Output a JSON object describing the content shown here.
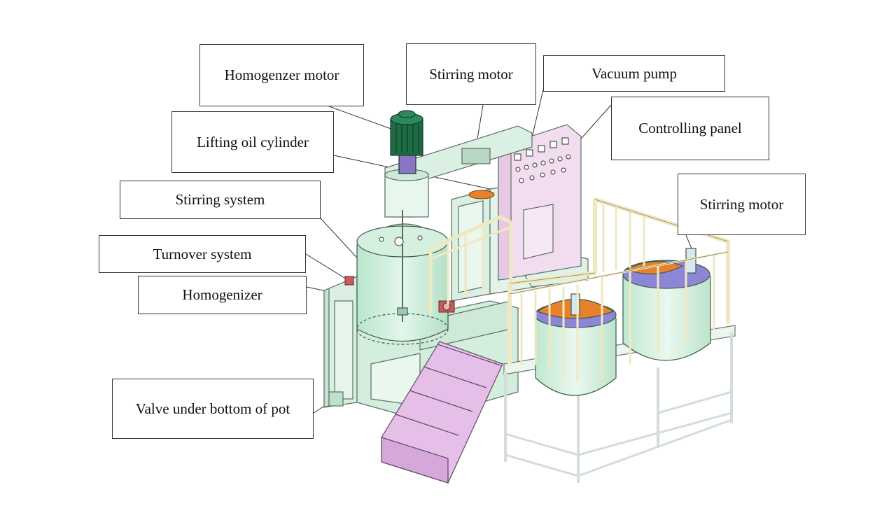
{
  "labels": {
    "homogenizer_motor": "Homogenzer motor",
    "stirring_motor_top": "Stirring motor",
    "vacuum_pump": "Vacuum pump",
    "controlling_panel": "Controlling panel",
    "lifting_oil_cylinder": "Lifting oil cylinder",
    "stirring_system": "Stirring system",
    "stirring_motor_right": "Stirring motor",
    "turnover_system": "Turnover system",
    "homogenizer": "Homogenizer",
    "valve": "Valve under bottom of pot"
  },
  "colors": {
    "frame": "#d8efe2",
    "frame_edge": "#5d6f66",
    "tank_glass": "#c9ecd6",
    "control_panel": "#f2dcef",
    "stairs": "#e6bfe9",
    "motor_green": "#1f6b46",
    "motor_purple": "#8a74c4",
    "rail": "#efe9c2",
    "lid_orange": "#e8822a",
    "lid_purple": "#8d86d6",
    "leader_line": "#333333"
  }
}
